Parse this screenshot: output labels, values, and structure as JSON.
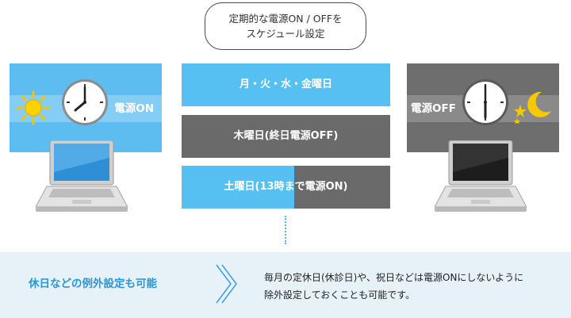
{
  "callout": {
    "line1": "定期的な電源ON / OFFを",
    "line2": "スケジュール設定"
  },
  "left_panel": {
    "label": "電源ON"
  },
  "right_panel": {
    "label": "電源OFF"
  },
  "schedule": [
    {
      "label": "月・火・水・金曜日"
    },
    {
      "label": "木曜日(終日電源OFF)"
    },
    {
      "label": "土曜日(13時まで電源ON)"
    }
  ],
  "bottom": {
    "title": "休日などの例外設定も可能",
    "text_line1": "毎月の定休日(休診日)や、祝日などは電源ONにしないように",
    "text_line2": "除外設定しておくことも可能です。"
  },
  "colors": {
    "on_blue": "#5dbdf0",
    "off_gray": "#6e6e6e",
    "accent_blue": "#2a95d8",
    "band": "#e7f1f8"
  },
  "icons": [
    "sun-icon",
    "clock-icon",
    "moon-icon",
    "stars-icon",
    "laptop-icon",
    "chevron-right-icon"
  ]
}
